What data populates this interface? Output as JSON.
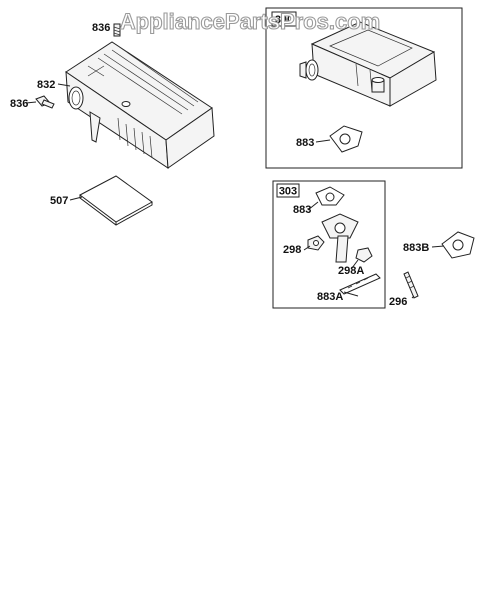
{
  "watermark": "AppliancePartsPros.com",
  "boxes": {
    "muffler_box_label": "300",
    "kit_box_label": "303"
  },
  "labels": {
    "p836_top": "836",
    "p832": "832",
    "p836": "836",
    "p507": "507",
    "p883_muffler": "883",
    "p883_kit": "883",
    "p298": "298",
    "p298A": "298A",
    "p883A": "883A",
    "p883B": "883B",
    "p296": "296"
  }
}
